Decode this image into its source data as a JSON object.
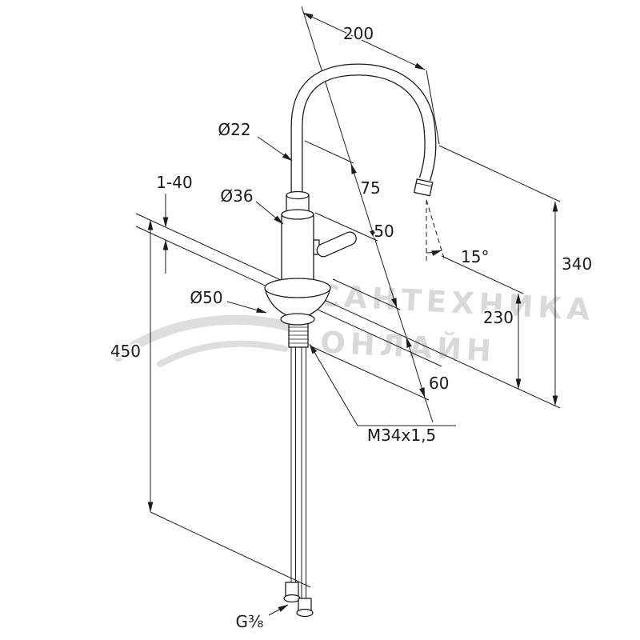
{
  "drawing": {
    "colors": {
      "line": "#1c1c1c",
      "background": "#ffffff"
    },
    "dimensions": {
      "spout_reach": "200",
      "spout_tube_diameter": "Ø22",
      "dim_75": "75",
      "dim_50": "50",
      "mounting_thickness": "1-40",
      "body_diameter": "Ø36",
      "base_diameter": "Ø50",
      "hose_length": "450",
      "spout_height": "340",
      "outlet_height": "230",
      "dim_60": "60",
      "outlet_angle": "15°",
      "shank_thread": "M34x1,5",
      "hose_connection": "G⅜"
    },
    "watermark": {
      "line1": "САНТЕХНИКА",
      "line2": "ОНЛАЙН",
      "color": "#d9d9d9"
    }
  }
}
